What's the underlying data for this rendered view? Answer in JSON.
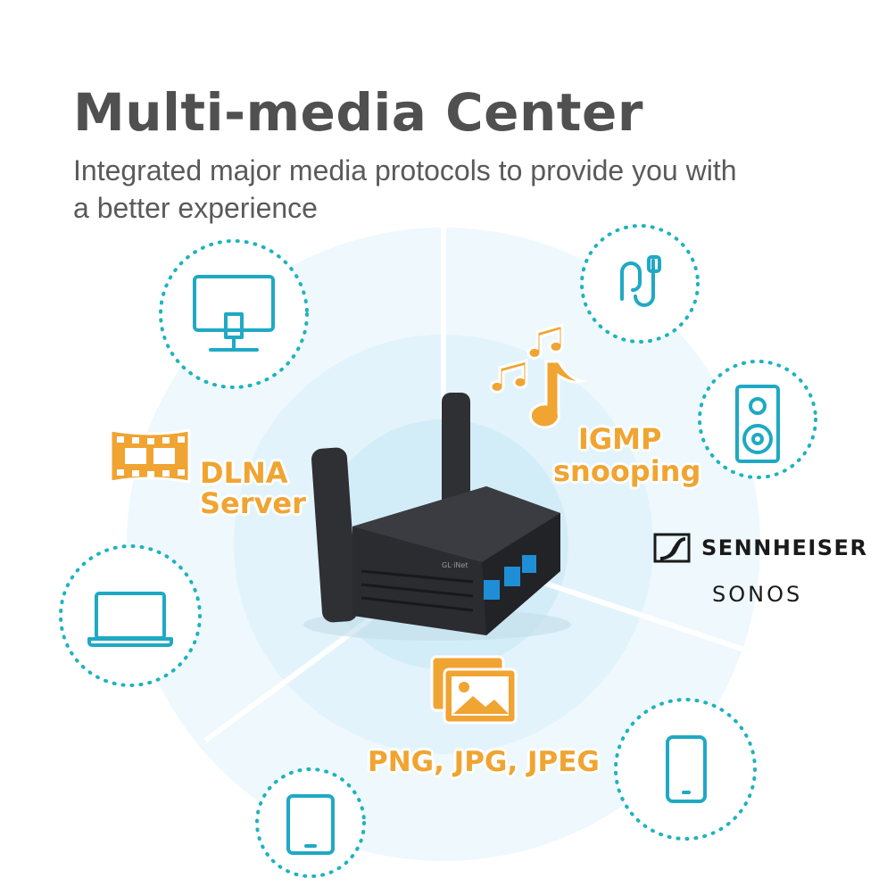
{
  "header": {
    "title": "Multi-media Center",
    "subtitle": "Integrated major media protocols to provide you with a better experience"
  },
  "features": {
    "dlna": "DLNA\nServer",
    "dlna_line1": "DLNA",
    "dlna_line2": "Server",
    "igmp_line1": "IGMP",
    "igmp_line2": "snooping",
    "images": "PNG, JPG, JPEG"
  },
  "brands": {
    "sennheiser": "SENNHEISER",
    "sonos": "SONOS"
  },
  "router": {
    "logo": "GL·iNet"
  },
  "devices": [
    "monitor-icon",
    "earphones-icon",
    "speaker-icon",
    "laptop-icon",
    "smartphone-icon",
    "tablet-icon"
  ],
  "colors": {
    "accent_teal": "#1fa9c4",
    "accent_orange": "#f0a432",
    "circle_blue": "#e3f3fb",
    "title_gray": "#505050"
  }
}
